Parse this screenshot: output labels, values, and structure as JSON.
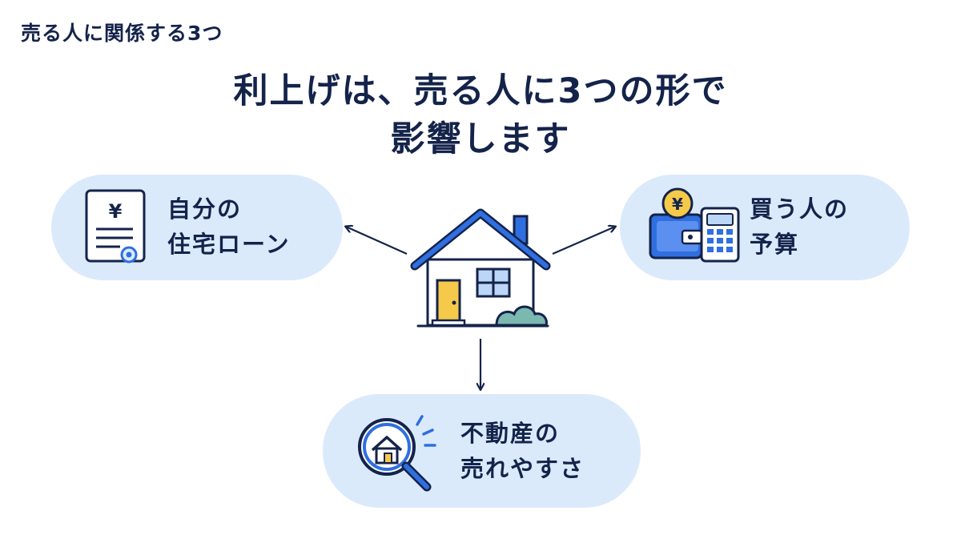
{
  "section_label": "売る人に関係する3つ",
  "headline": {
    "line1": "利上げは、売る人に3つの形で",
    "line2": "影響します"
  },
  "nodes": {
    "left": {
      "line1": "自分の",
      "line2": "住宅ローン",
      "icon": "yen-document-icon"
    },
    "right": {
      "line1": "買う人の",
      "line2": "予算",
      "icon": "wallet-calculator-icon"
    },
    "bottom": {
      "line1": "不動産の",
      "line2": "売れやすさ",
      "icon": "magnifier-house-icon"
    },
    "center": {
      "icon": "house-icon"
    }
  },
  "colors": {
    "navy": "#14234a",
    "pill_bg": "#dbeafb",
    "accent_blue": "#2f6fe0",
    "yellow": "#f5c94a",
    "bush": "#7bb8b0"
  }
}
